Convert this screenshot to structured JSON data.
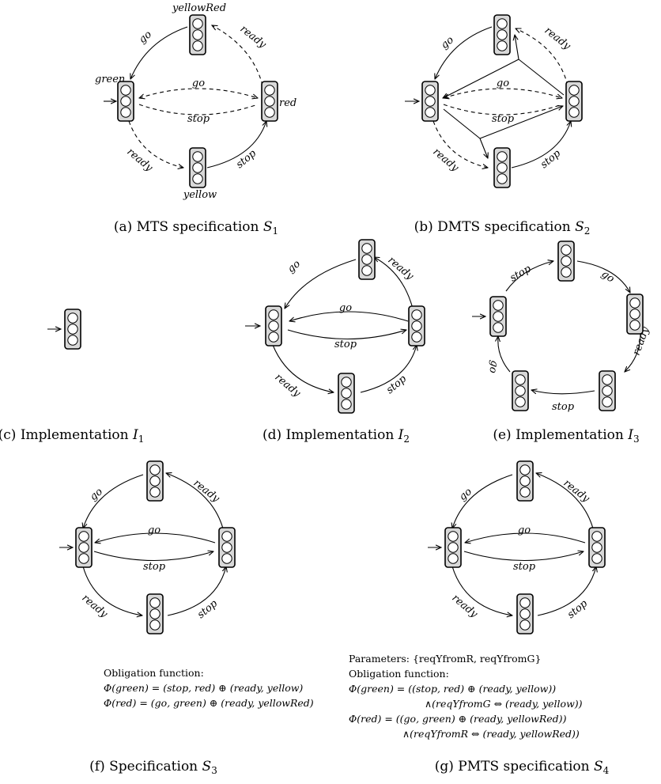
{
  "colors": {
    "red": "#ff0000",
    "yellow": "#d4bf55",
    "green": "#22dd22",
    "off": "#ffffff",
    "housing": "#d8d8d8"
  },
  "states": {
    "green": "green",
    "yellowRed": "yellowRed",
    "red": "red",
    "yellow": "yellow"
  },
  "actions": {
    "go": "go",
    "ready": "ready",
    "stop": "stop"
  },
  "captions": {
    "a_pre": "(a) MTS specification ",
    "a_sym": "S",
    "a_sub": "1",
    "b_pre": "(b) DMTS specification ",
    "b_sym": "S",
    "b_sub": "2",
    "c_pre": "(c) Implementation ",
    "c_sym": "I",
    "c_sub": "1",
    "d_pre": "(d) Implementation ",
    "d_sym": "I",
    "d_sub": "2",
    "e_pre": "(e) Implementation ",
    "e_sym": "I",
    "e_sub": "3",
    "f_pre": "(f) Specification ",
    "f_sym": "S",
    "f_sub": "3",
    "g_pre": "(g) PMTS specification ",
    "g_sym": "S",
    "g_sub": "4"
  },
  "obligation_f": [
    "Obligation function:",
    "Φ(green) = (stop, red) ⊕ (ready, yellow)",
    "Φ(red) = (go, green) ⊕ (ready, yellowRed)"
  ],
  "obligation_g": [
    "Parameters: {reqYfromR, reqYfromG}",
    "Obligation function:",
    "Φ(green) = ((stop, red) ⊕ (ready, yellow))",
    "∧(reqYfromG ⇔ (ready, yellow))",
    "Φ(red) = ((go, green) ⊕ (ready, yellowRed))",
    "∧(reqYfromR ⇔ (ready, yellowRed))"
  ]
}
